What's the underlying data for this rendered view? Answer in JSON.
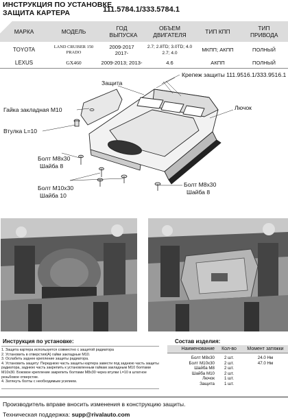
{
  "header": {
    "title_line1": "ИНСТРУКЦИЯ ПО УСТАНОВКЕ",
    "title_line2": "ЗАЩИТА КАРТЕРА",
    "part_number": "111.5784.1/333.5784.1"
  },
  "table": {
    "columns": [
      "МАРКА",
      "МОДЕЛЬ",
      "ГОД ВЫПУСКА",
      "ОБЪЕМ ДВИГАТЕЛЯ",
      "ТИП КПП",
      "ТИП ПРИВОДА"
    ],
    "rows": [
      {
        "brand": "TOYOTA",
        "model": "LAND CRUISER 150 PRADO",
        "years": "2009-2017 2017-",
        "engine": "2.7; 2.8TD; 3.0TD; 4.0 2.7; 4.0",
        "gearbox": "МКПП; АКПП",
        "drive": "ПОЛНЫЙ"
      },
      {
        "brand": "LEXUS",
        "model": "GX460",
        "years": "2009-2013; 2013-",
        "engine": "4.6",
        "gearbox": "АКПП",
        "drive": "ПОЛНЫЙ"
      }
    ]
  },
  "diagram": {
    "mount": "Крепеж защиты 111.9516.1/333.9516.1",
    "guard": "Защита",
    "nut": "Гайка закладная М10",
    "hatch": "Лючок",
    "bushing": "Втулка L=10",
    "bolt_m8_a": "Болт М8х30",
    "washer_8_a": "Шайба 8",
    "bolt_m10": "Болт М10х30",
    "washer_10": "Шайба 10",
    "bolt_m8_b": "Болт М8х30",
    "washer_8_b": "Шайба 8"
  },
  "instructions": {
    "title": "Инструкция по установке:",
    "steps": [
      "1. Защита картера используется совместно с защитой радиатора",
      "2. Установить в отверстия(А) гайки закладные М10.",
      "3. Ослабить заднее крепление защиты радиатора.",
      "4. Установить защиту: Переднюю часть защиты картера завести под заднюю часть защиты радиатора, заднюю часть закрепить к установленным гайкам закладным М10 болтами М10х30. Боковое крепление закрепить болтами М8х30 через втулки L=10 в штатное резьбовое отверстие.",
      "4. Затянуть болты с необходимым усилием."
    ]
  },
  "kit": {
    "title": "Состав изделия:",
    "headers": [
      "Наименование",
      "Кол-во",
      "Момент затяжки"
    ],
    "rows": [
      {
        "name": "Болт М8х30",
        "qty": "2 шт.",
        "torque": "24.0 Нм"
      },
      {
        "name": "Болт М10х30",
        "qty": "2 шт.",
        "torque": "47.0 Нм"
      },
      {
        "name": "Шайба М8",
        "qty": "2 шт.",
        "torque": ""
      },
      {
        "name": "Шайба М10",
        "qty": "2 шт.",
        "torque": ""
      },
      {
        "name": "Лючок",
        "qty": "1 шт.",
        "torque": ""
      },
      {
        "name": "Защита",
        "qty": "1 шт.",
        "torque": ""
      }
    ]
  },
  "footer": {
    "line1": "Производитель вправе вносить изменения в конструкцию защиты.",
    "support_label": "Техническая поддержка:",
    "support_email": "supp@rivalauto.com"
  }
}
